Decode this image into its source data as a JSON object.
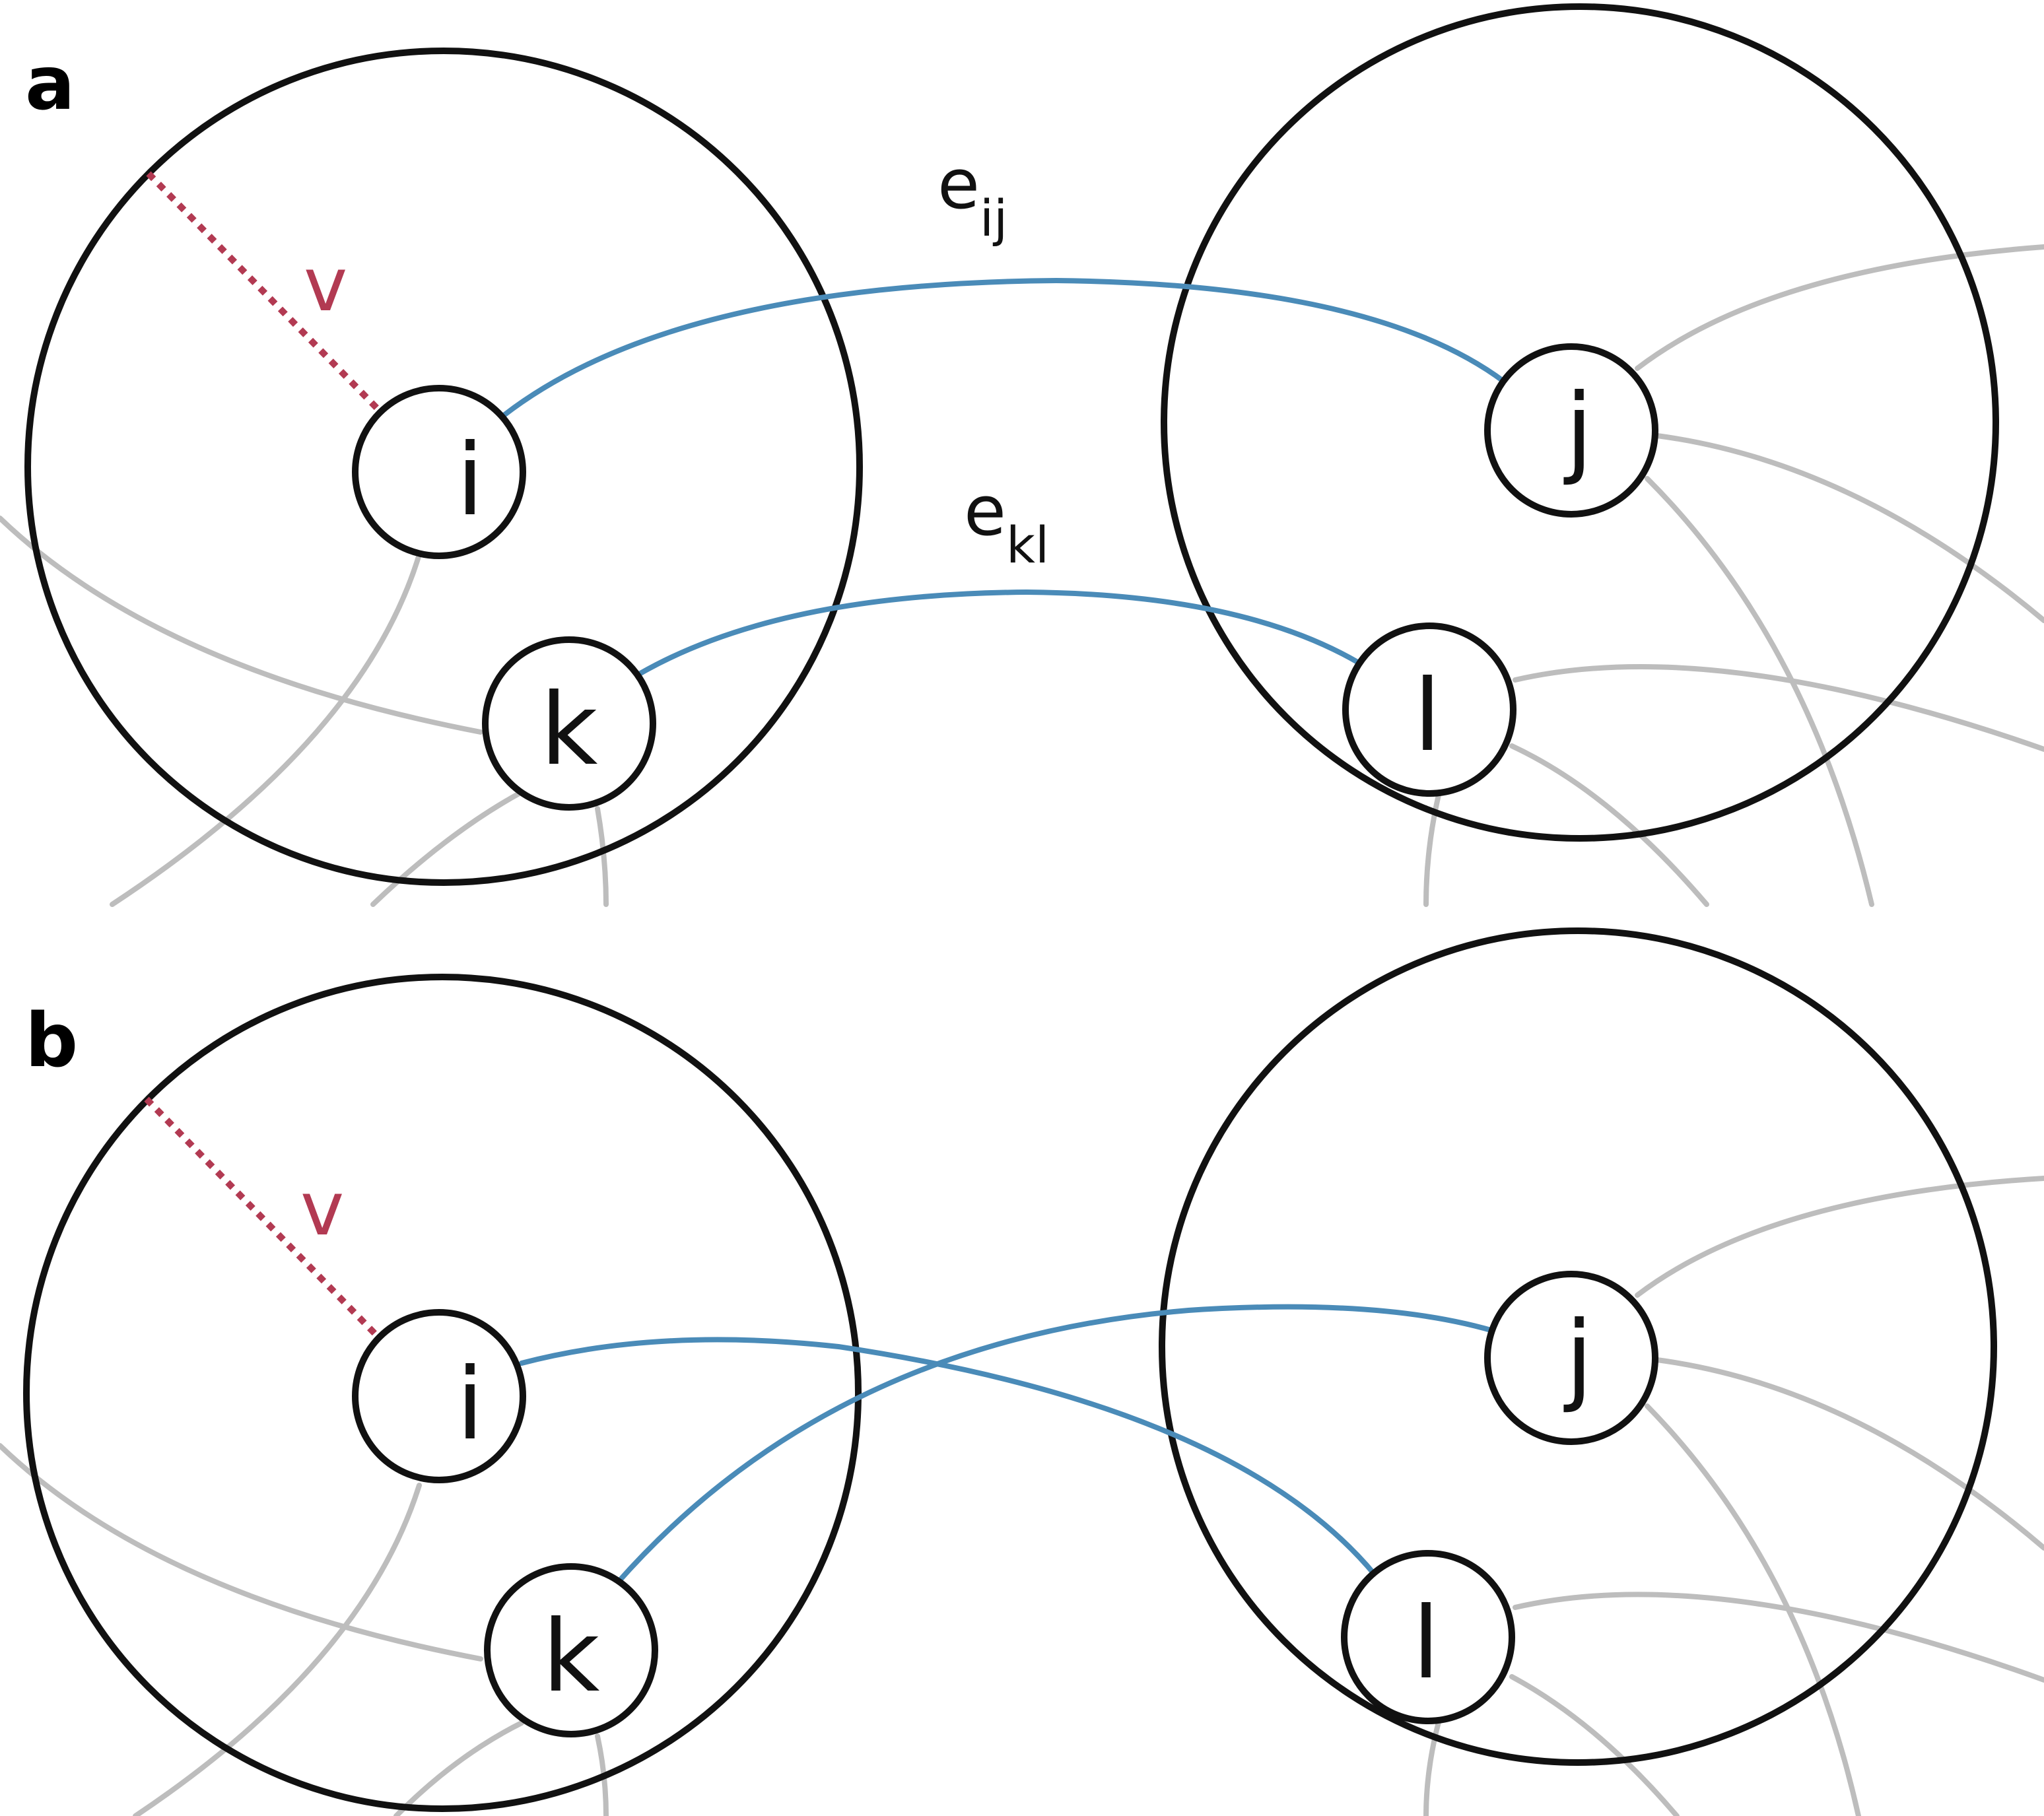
{
  "panels": [
    {
      "label": "a",
      "radius_label": "v",
      "nodes": {
        "i": "i",
        "j": "j",
        "k": "k",
        "l": "l"
      },
      "edge_labels": [
        {
          "base": "e",
          "sub": "ij"
        },
        {
          "base": "e",
          "sub": "kl"
        }
      ]
    },
    {
      "label": "b",
      "radius_label": "v",
      "nodes": {
        "i": "i",
        "j": "j",
        "k": "k",
        "l": "l"
      }
    }
  ],
  "colors": {
    "edge": "#4a8bb8",
    "radius": "#b23a52",
    "background_edges": "#bdbdbd",
    "outline": "#111111"
  }
}
